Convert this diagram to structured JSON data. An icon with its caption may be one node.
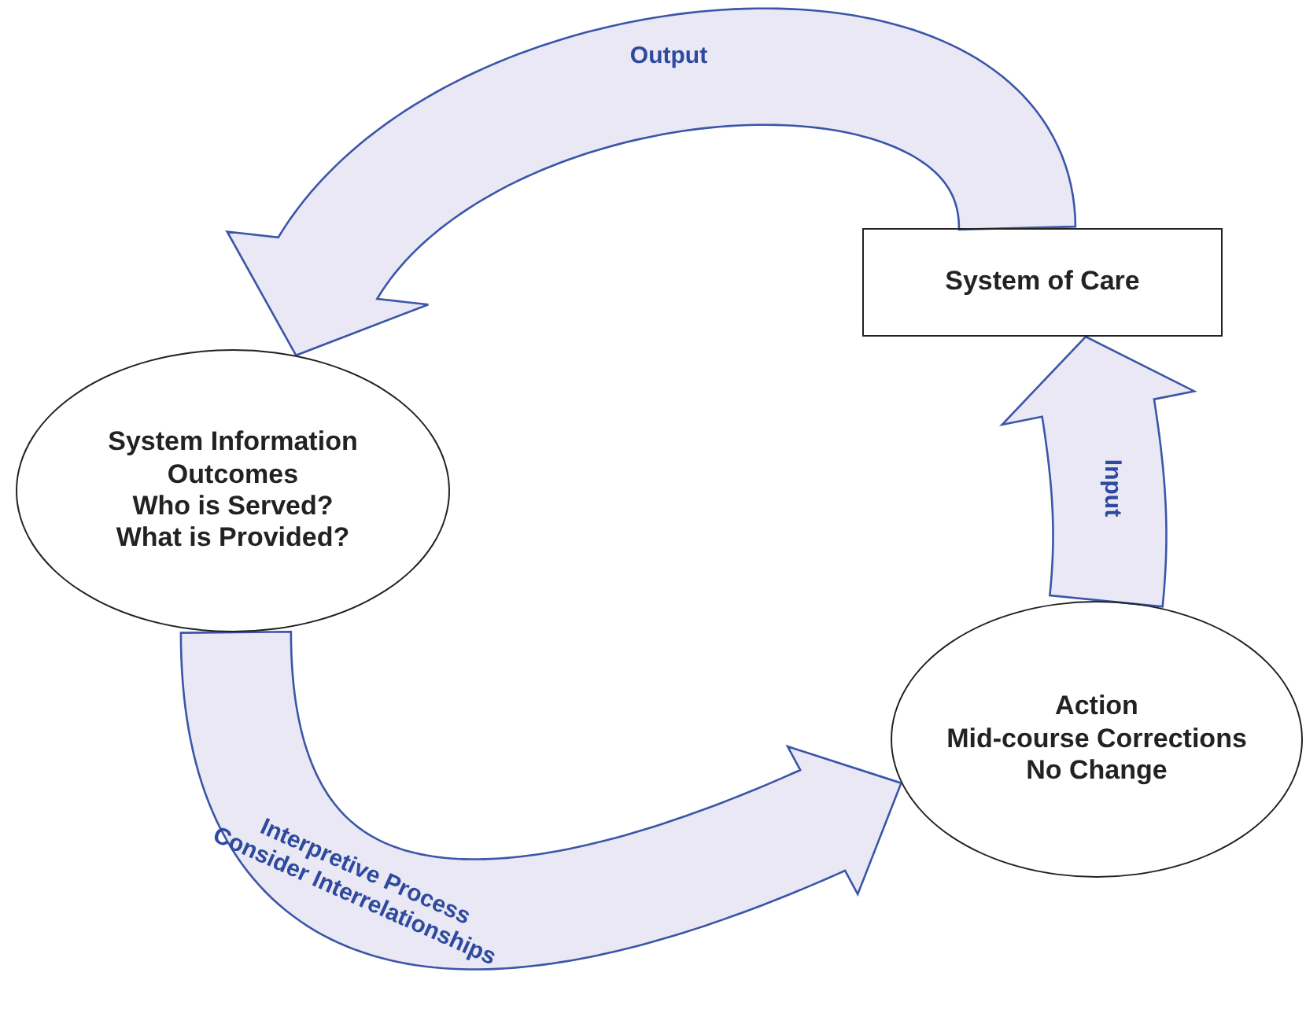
{
  "diagram": {
    "nodes": [
      {
        "text": [
          "System of Care"
        ]
      },
      {
        "text": [
          "System Information",
          "Outcomes",
          "Who is Served?",
          "What is Provided?"
        ]
      },
      {
        "text": [
          "Action",
          "Mid-course Corrections",
          "No Change"
        ]
      }
    ],
    "edges": [
      {
        "from": 0,
        "to": 1,
        "arrow": "to",
        "label": "Output"
      },
      {
        "from": 1,
        "to": 2,
        "arrow": "to",
        "label": "Interpretive Process Consider Interrelationships"
      },
      {
        "from": 2,
        "to": 0,
        "arrow": "to",
        "label": "Input"
      }
    ]
  }
}
